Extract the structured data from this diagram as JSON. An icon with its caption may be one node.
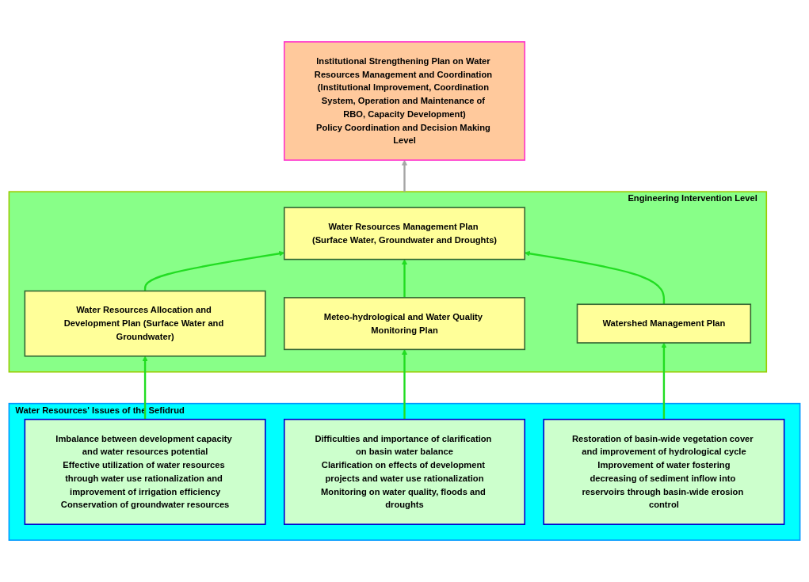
{
  "diagram": {
    "nodes": [
      {
        "text": [
          "Institutional Strengthening Plan on Water Resources Management and Coordination (Institutional Improvement, Coordination System, Operation and Maintenance of RBO, Capacity Development)",
          "Policy Coordination and Decision Making Level"
        ]
      },
      {
        "text": [
          "Engineering Intervention Level"
        ]
      },
      {
        "text": [
          "Water Resources Management Plan (Surface Water, Groundwater and Droughts)"
        ],
        "in": 1
      },
      {
        "text": [
          "Water Resources Allocation and Development Plan (Surface Water and Groundwater)"
        ],
        "in": 1
      },
      {
        "text": [
          "Meteo-hydrological and Water Quality Monitoring Plan"
        ],
        "in": 1
      },
      {
        "text": [
          "Watershed Management Plan"
        ],
        "in": 1
      },
      {
        "text": [
          "Water Resources' Issues of the Sefidrud"
        ]
      },
      {
        "text": [
          "Imbalance between development capacity and water resources potential",
          "Effective utilization of water resources through water use rationalization and improvement of irrigation efficiency",
          "Conservation of groundwater resources"
        ],
        "in": 6
      },
      {
        "text": [
          "Difficulties and importance of clarification on basin water balance",
          "Clarification on effects of development projects and water use rationalization",
          "Monitoring on water quality, floods and droughts"
        ],
        "in": 6
      },
      {
        "text": [
          "Restoration of basin-wide vegetation cover and improvement of hydrological cycle",
          "Improvement of water fostering",
          "decreasing of sediment inflow into reservoirs through basin-wide erosion control"
        ],
        "in": 6
      }
    ],
    "edges": [
      {
        "from": 1,
        "to": 0,
        "arrow": "to",
        "color": "#a6a6a6"
      },
      {
        "from": 3,
        "to": 2,
        "arrow": "to"
      },
      {
        "from": 4,
        "to": 2,
        "arrow": "to"
      },
      {
        "from": 5,
        "to": 2,
        "arrow": "to"
      },
      {
        "from": 7,
        "to": 3,
        "arrow": "to"
      },
      {
        "from": 8,
        "to": 4,
        "arrow": "to"
      },
      {
        "from": 9,
        "to": 5,
        "arrow": "to"
      }
    ]
  }
}
